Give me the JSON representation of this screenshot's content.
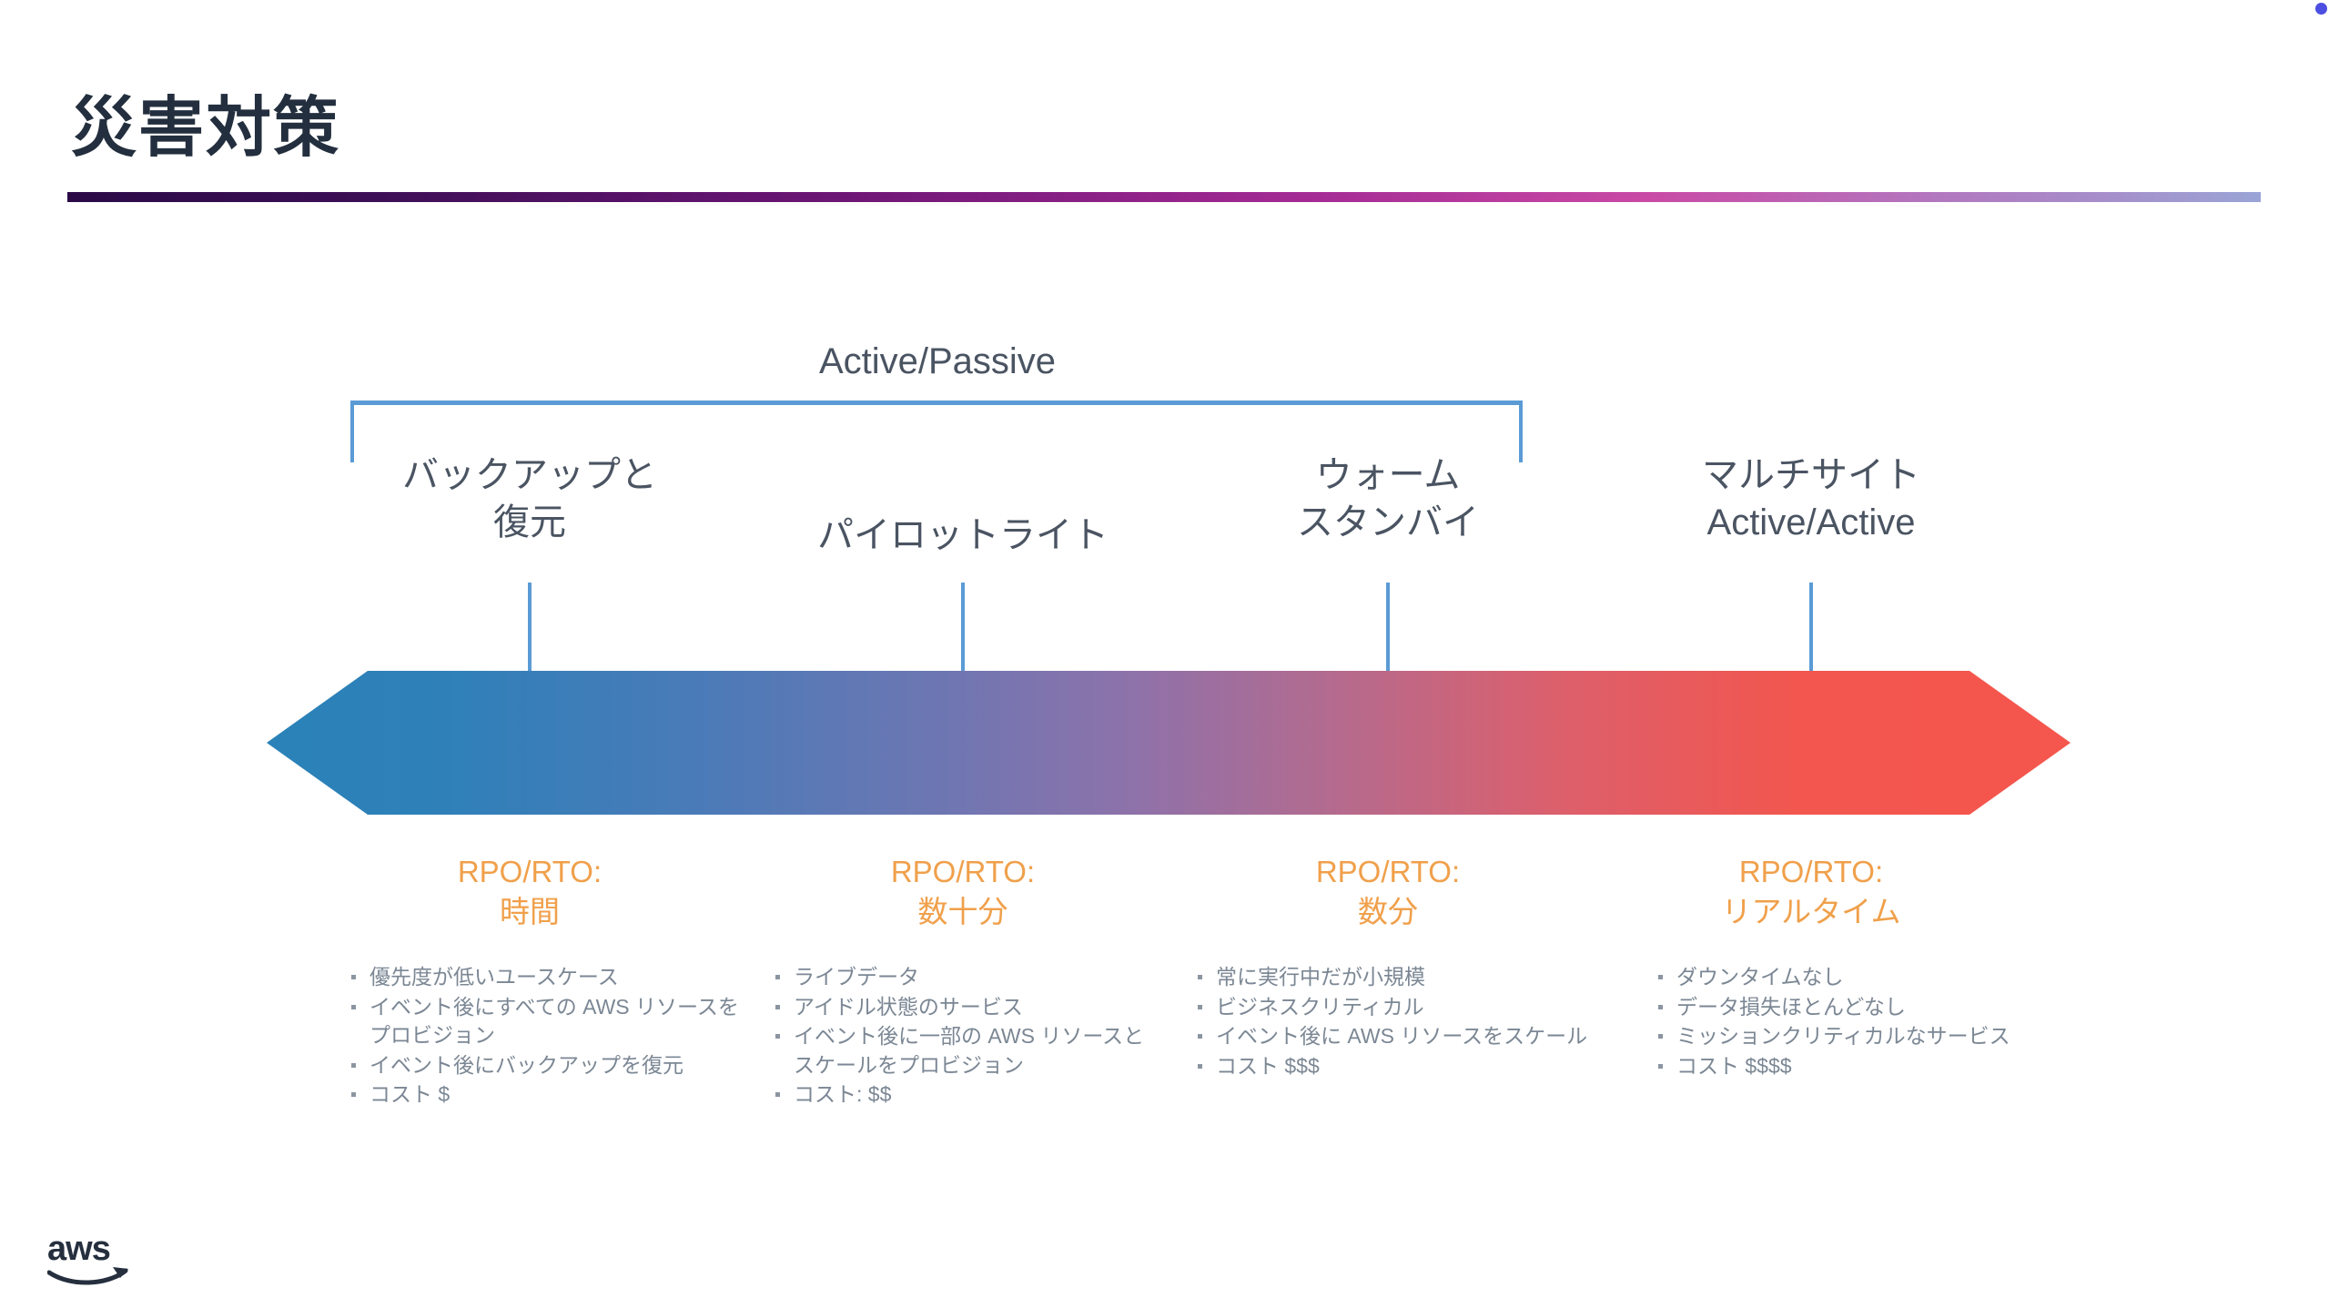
{
  "slide": {
    "title": "災害対策",
    "brand_logo": "aws-logo"
  },
  "bracket": {
    "label": "Active/Passive"
  },
  "columns": [
    {
      "id": "backup-restore",
      "header_line1": "バックアップと",
      "header_line2": "復元",
      "rpo_label": "RPO/RTO:",
      "rpo_value": "時間",
      "bullets": [
        "優先度が低いユースケース",
        "イベント後にすべての AWS リソースをプロビジョン",
        "イベント後にバックアップを復元",
        "コスト $"
      ]
    },
    {
      "id": "pilot-light",
      "header_line1": "パイロットライト",
      "header_line2": "",
      "rpo_label": "RPO/RTO:",
      "rpo_value": "数十分",
      "bullets": [
        "ライブデータ",
        "アイドル状態のサービス",
        "イベント後に一部の AWS リソースとスケールをプロビジョン",
        "コスト: $$"
      ]
    },
    {
      "id": "warm-standby",
      "header_line1": "ウォーム",
      "header_line2": "スタンバイ",
      "rpo_label": "RPO/RTO:",
      "rpo_value": "数分",
      "bullets": [
        "常に実行中だが小規模",
        "ビジネスクリティカル",
        "イベント後に AWS リソースをスケール",
        "コスト $$$"
      ]
    },
    {
      "id": "multi-site-active-active",
      "header_line1": "マルチサイト",
      "header_line2": "Active/Active",
      "rpo_label": "RPO/RTO:",
      "rpo_value": "リアルタイム",
      "bullets": [
        "ダウンタイムなし",
        "データ損失ほとんどなし",
        "ミッションクリティカルなサービス",
        "コスト $$$$"
      ]
    }
  ],
  "colors": {
    "title": "#232f3e",
    "rule_start": "#2b0a47",
    "rule_mid": "#c94aa5",
    "rule_end": "#9aa4d6",
    "bracket": "#5b9bd5",
    "header_text": "#4a5462",
    "rpo_text": "#f0a04b",
    "bullet_text": "#7b8794",
    "bar_start": "#2a82b8",
    "bar_end": "#f5564d",
    "cursor_dot": "#4b4ee0"
  }
}
